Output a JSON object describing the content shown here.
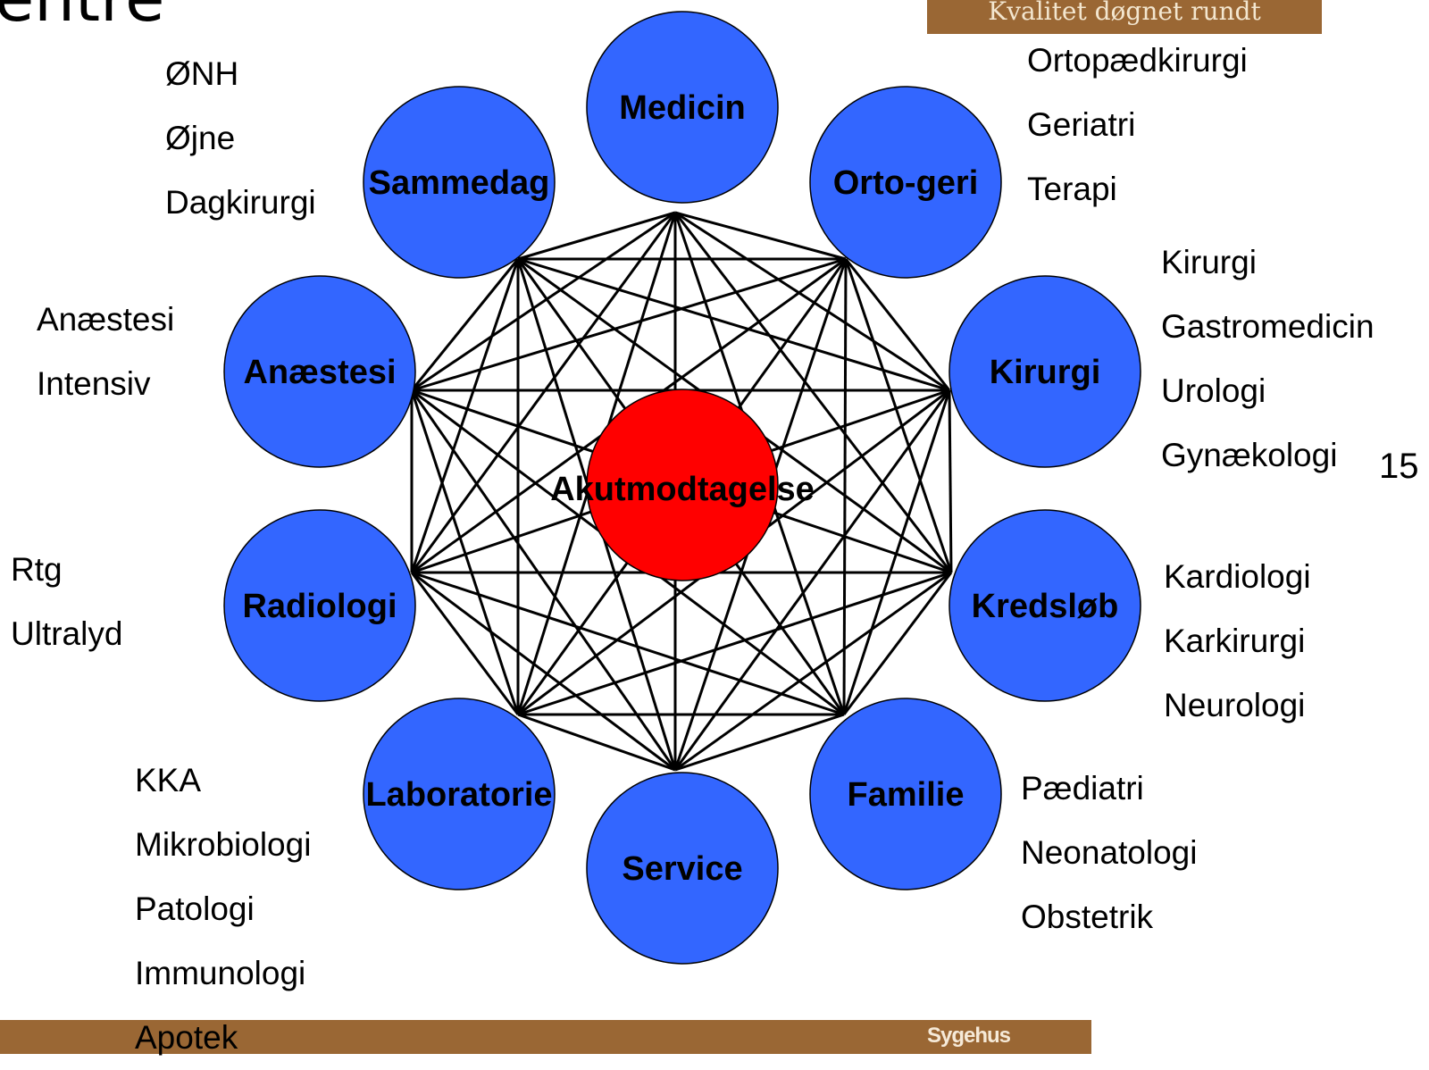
{
  "header": {
    "title_fragment": "entre",
    "tagline": "Kvalitet døgnet rundt"
  },
  "page_number": "15",
  "footer": {
    "logo": "Sygehus"
  },
  "colors": {
    "department_fill": "#3366ff",
    "center_fill": "#ff0000",
    "link_color": "#000000",
    "brand_brown": "#9a6734"
  },
  "diagram": {
    "center": {
      "label": "Akutmodtagelse"
    },
    "departments": [
      {
        "key": "medicin",
        "label": "Medicin",
        "subspecialties": []
      },
      {
        "key": "orto-geri",
        "label": "Orto-geri",
        "subspecialties": [
          "Ortopædkirurgi",
          "Geriatri",
          "Terapi"
        ]
      },
      {
        "key": "kirurgi",
        "label": "Kirurgi",
        "subspecialties": [
          "Kirurgi",
          "Gastromedicin",
          "Urologi",
          "Gynækologi"
        ]
      },
      {
        "key": "kredsloeb",
        "label": "Kredsløb",
        "subspecialties": [
          "Kardiologi",
          "Karkirurgi",
          "Neurologi"
        ]
      },
      {
        "key": "familie",
        "label": "Familie",
        "subspecialties": [
          "Pædiatri",
          "Neonatologi",
          "Obstetrik"
        ]
      },
      {
        "key": "service",
        "label": "Service",
        "subspecialties": []
      },
      {
        "key": "laboratorie",
        "label": "Laboratorie",
        "subspecialties": [
          "KKA",
          "Mikrobiologi",
          "Patologi",
          "Immunologi",
          "Apotek"
        ]
      },
      {
        "key": "radiologi",
        "label": "Radiologi",
        "subspecialties": [
          "Rtg",
          "Ultralyd"
        ]
      },
      {
        "key": "anaestesi",
        "label": "Anæstesi",
        "subspecialties": [
          "Anæstesi",
          "Intensiv"
        ]
      },
      {
        "key": "sammedag",
        "label": "Sammedag",
        "subspecialties": [
          "ØNH",
          "Øjne",
          "Dagkirurgi"
        ]
      }
    ]
  }
}
